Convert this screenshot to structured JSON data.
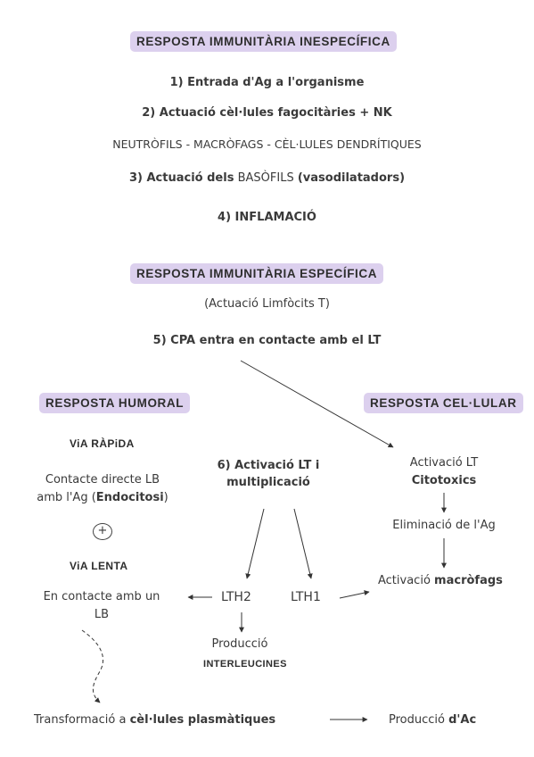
{
  "sections": {
    "inespecifica": {
      "title": "RESPOSTA IMMUNITÀRIA INESPECÍFICA",
      "step1": "1) Entrada d'Ag a l'organisme",
      "step2": "2) Actuació cèl·lules fagocitàries + NK",
      "cells": "NEUTRÒFILS - MACRÒFAGS - CÈL·LULES DENDRÍTIQUES",
      "step3_pre": "3) Actuació dels",
      "step3_mid": "BASÒFILS",
      "step3_post": "(vasodilatadors)",
      "step4": "4) INFLAMACIÓ"
    },
    "especifica": {
      "title": "RESPOSTA IMMUNITÀRIA ESPECÍFICA",
      "note": "(Actuació Limfòcits T)",
      "step5": "5) CPA entra en contacte amb el LT",
      "step6_line1": "6) Activació LT i",
      "step6_line2": "multiplicació",
      "lth2": "LTH2",
      "lth1": "LTH1",
      "produccio": "Producció",
      "interleucines": "INTERLEUCINES"
    },
    "humoral": {
      "title": "RESPOSTA HUMORAL",
      "via_rapida": "ViA RÀPiDA",
      "rapida_line1": "Contacte directe LB",
      "rapida_line2_pre": "amb l'Ag (",
      "rapida_line2_bold": "Endocitosi",
      "rapida_line2_post": ")",
      "plus": "+",
      "via_lenta": "ViA LENTA",
      "lenta_line1": "En contacte amb un",
      "lenta_line2": "LB",
      "transf_pre": "Transformació a",
      "transf_bold": "cèl·lules plasmàtiques",
      "prod_pre": "Producció",
      "prod_bold": "d'Ac"
    },
    "cellular": {
      "title": "RESPOSTA CEL·LULAR",
      "activacio_line1": "Activació LT",
      "activacio_line2": "Citotoxics",
      "eliminacio": "Eliminació de l'Ag",
      "macro_pre": "Activació",
      "macro_bold": "macròfags"
    }
  }
}
